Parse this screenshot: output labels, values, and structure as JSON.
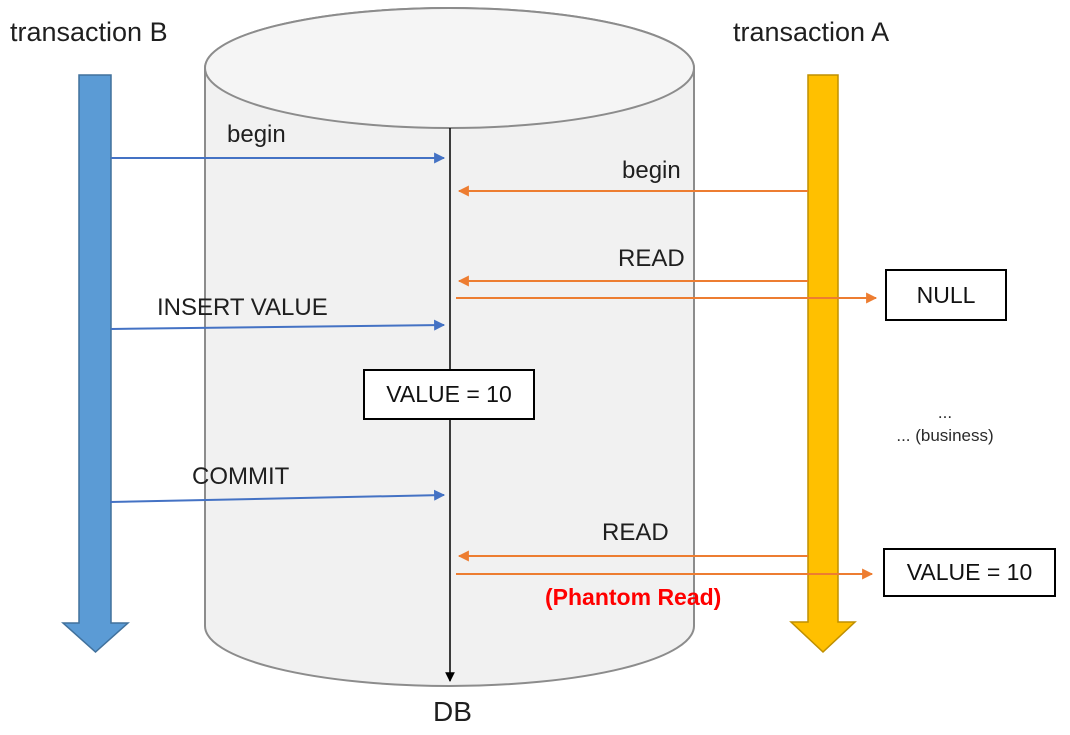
{
  "diagram": {
    "titles": {
      "transaction_b": "transaction B",
      "transaction_a": "transaction A",
      "db": "DB"
    },
    "messages": {
      "begin_b": "begin",
      "begin_a": "begin",
      "read_first": "READ",
      "insert_value": "INSERT VALUE",
      "commit": "COMMIT",
      "read_second": "READ"
    },
    "boxes": {
      "null_result": "NULL",
      "value_in_db": "VALUE = 10",
      "value_result": "VALUE = 10"
    },
    "notes": {
      "phantom": "(Phantom Read)",
      "ellipsis": "...",
      "business": "... (business)"
    },
    "colors": {
      "transaction_b_fill": "#5B9BD5",
      "transaction_b_border": "#41719C",
      "transaction_a_fill": "#FFC000",
      "transaction_a_border": "#BF8F00",
      "blue_message_arrow": "#4472C4",
      "orange_message_arrow": "#ED7D31",
      "phantom_red": "#FF0000",
      "cylinder_fill": "#F1F1F1",
      "cylinder_top_fill": "#F5F5F5",
      "cylinder_stroke": "#8C8C8C",
      "center_line": "#000000"
    }
  }
}
